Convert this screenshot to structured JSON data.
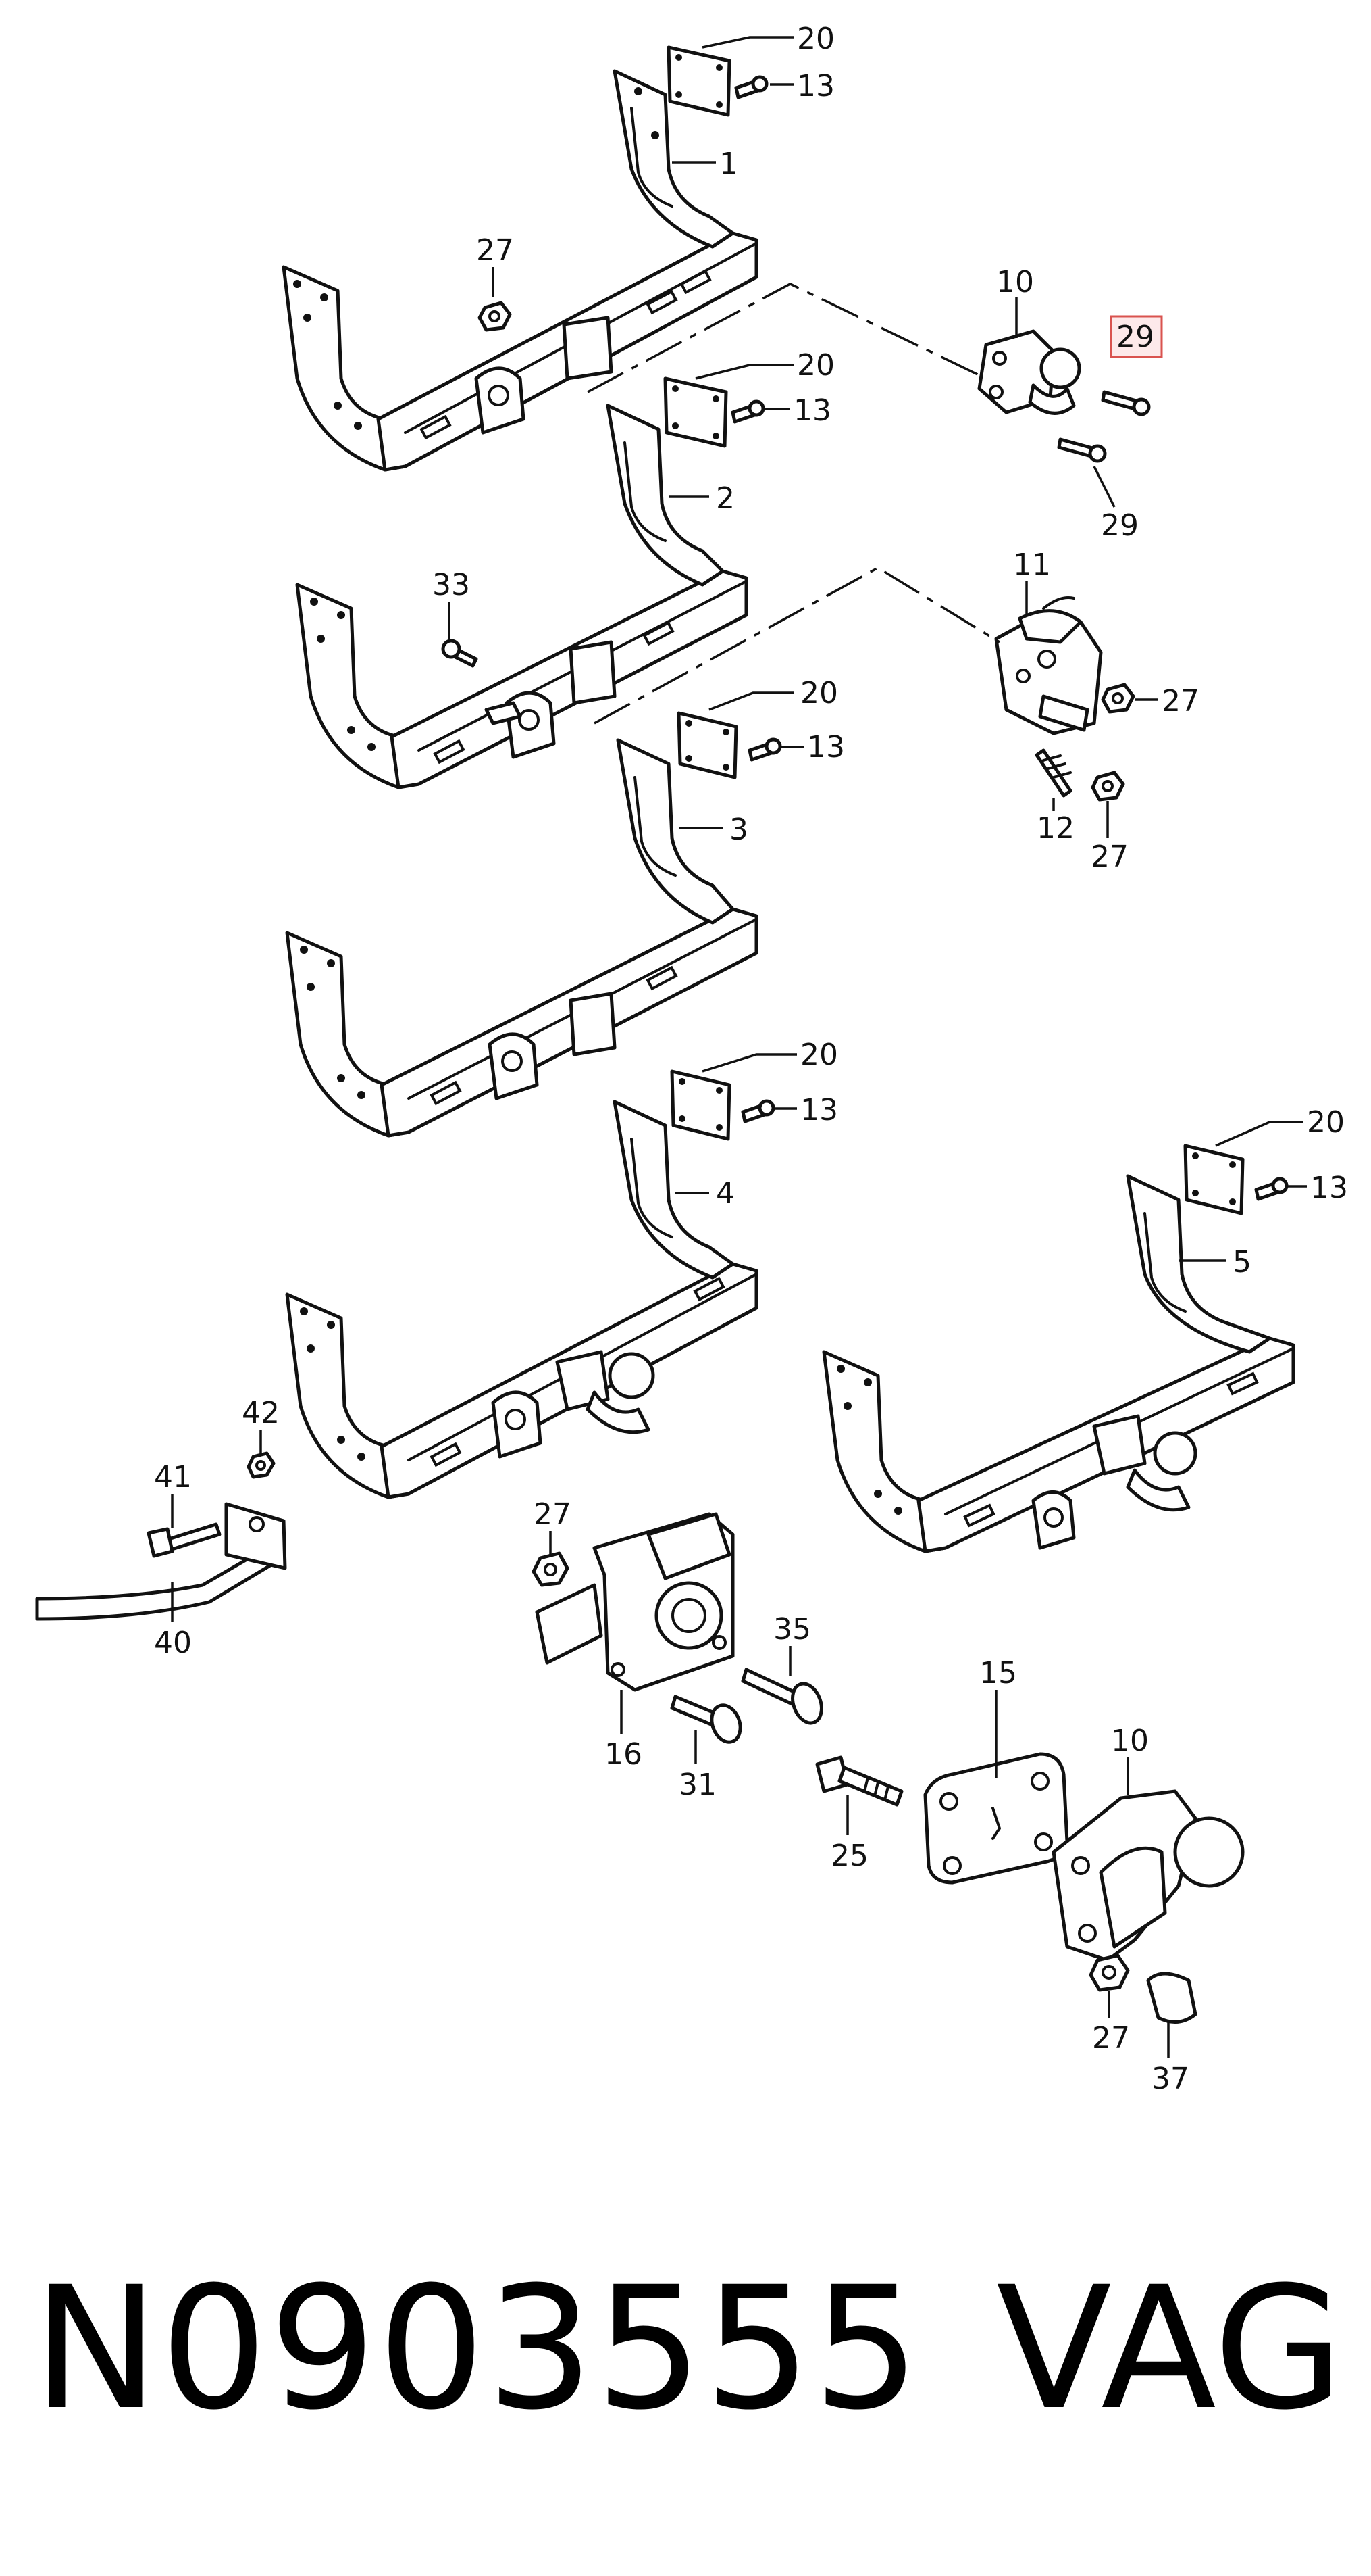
{
  "diagram": {
    "callouts": {
      "c20a": "20",
      "c13a": "13",
      "c1": "1",
      "c27a": "27",
      "c10a": "10",
      "c29a": "29",
      "c29b": "29",
      "c20b": "20",
      "c13b": "13",
      "c2": "2",
      "c33": "33",
      "c11": "11",
      "c27b": "27",
      "c12": "12",
      "c27c": "27",
      "c20c": "20",
      "c13c": "13",
      "c3": "3",
      "c20d": "20",
      "c13d": "13",
      "c4": "4",
      "c20e": "20",
      "c13e": "13",
      "c5": "5",
      "c42": "42",
      "c41": "41",
      "c40": "40",
      "c27d": "27",
      "c35": "35",
      "c16": "16",
      "c31": "31",
      "c15": "15",
      "c10b": "10",
      "c25": "25",
      "c27e": "27",
      "c37": "37"
    },
    "highlighted_callout": "29",
    "highlight_color": "#d9534f"
  },
  "footer": {
    "part_number": "N0903555",
    "brand": "VAG"
  }
}
